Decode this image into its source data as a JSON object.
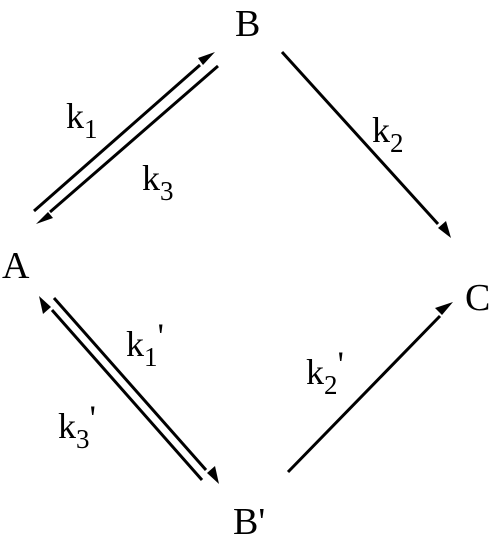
{
  "nodes": {
    "A": "A",
    "B": "B",
    "C": "C",
    "B_prime": "B'"
  },
  "rates": {
    "k1": {
      "base": "k",
      "sub": "1",
      "prime": ""
    },
    "k3": {
      "base": "k",
      "sub": "3",
      "prime": ""
    },
    "k2": {
      "base": "k",
      "sub": "2",
      "prime": ""
    },
    "k1p": {
      "base": "k",
      "sub": "1",
      "prime": "'"
    },
    "k3p": {
      "base": "k",
      "sub": "3",
      "prime": "'"
    },
    "k2p": {
      "base": "k",
      "sub": "2",
      "prime": "'"
    }
  },
  "colors": {
    "ink": "#000000",
    "background": "#ffffff"
  }
}
